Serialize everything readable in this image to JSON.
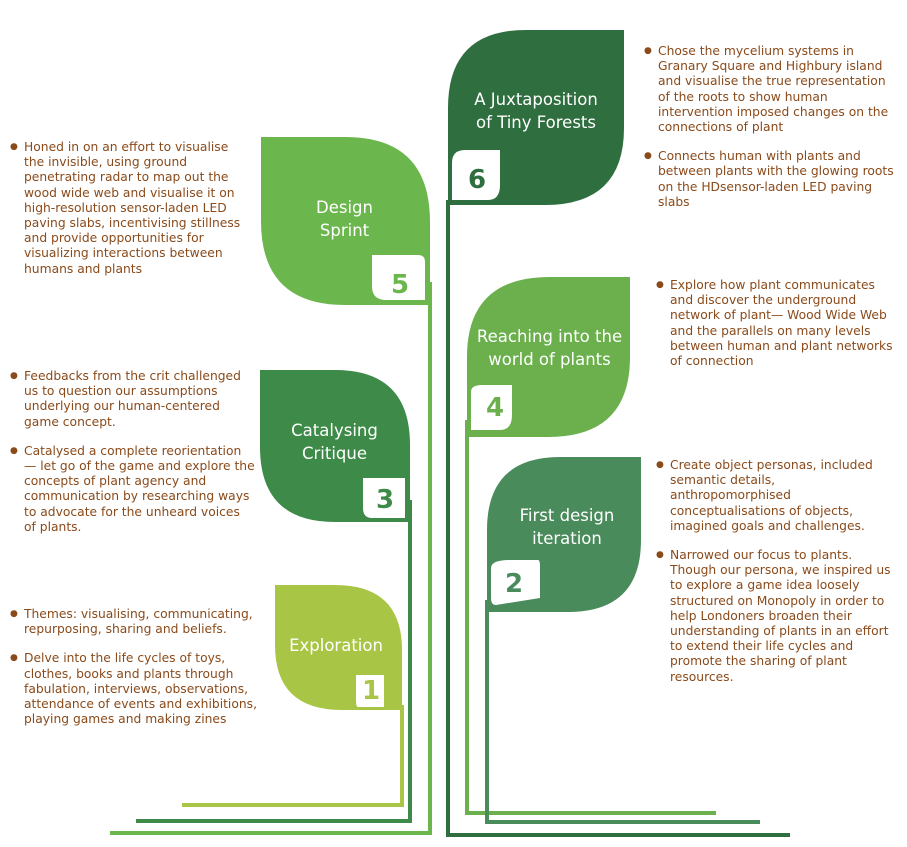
{
  "stages": [
    {
      "number": "1",
      "title_lines": [
        "Exploration"
      ],
      "notes": [
        "Themes: visualising, communicating, repurposing, sharing and beliefs.",
        "Delve into the life cycles of toys, clothes, books and plants through fabulation, interviews, observations, attendance of events and exhibitions, playing games and making zines"
      ],
      "color": "#a8c545"
    },
    {
      "number": "2",
      "title_lines": [
        "First design",
        "iteration"
      ],
      "notes": [
        "Create object personas, included semantic details, anthropomorphised conceptualisations of objects, imagined goals and challenges.",
        "Narrowed our focus to plants. Though our persona, we inspired us to explore a game idea loosely structured on Monopoly in order to help Londoners broaden their understanding of plants in an effort to extend their life cycles and promote the sharing of plant resources."
      ],
      "color": "#4a8b5c"
    },
    {
      "number": "3",
      "title_lines": [
        "Catalysing",
        "Critique"
      ],
      "notes": [
        "Feedbacks from the crit challenged us to question our assumptions underlying our human-centered game concept.",
        "Catalysed a complete reorientation — let go of the game and explore the concepts of plant agency and communication by researching ways to advocate for the unheard voices of plants."
      ],
      "color": "#3e8a48"
    },
    {
      "number": "4",
      "title_lines": [
        "Reaching into the",
        "world of plants"
      ],
      "notes": [
        "Explore how plant communicates and discover the underground network of plant— Wood Wide Web and the parallels on many levels between human and plant networks of connection"
      ],
      "color": "#6bb04c"
    },
    {
      "number": "5",
      "title_lines": [
        "Design",
        "Sprint"
      ],
      "notes": [
        "Honed in on an effort to visualise the invisible, using ground penetrating radar to map out the wood wide web and visualise it on high-resolution sensor-laden LED paving slabs, incentivising stillness and provide opportunities for visualizing interactions between humans and plants"
      ],
      "color": "#6cb64e"
    },
    {
      "number": "6",
      "title_lines": [
        "A Juxtaposition",
        "of Tiny Forests"
      ],
      "notes": [
        "Chose the mycelium systems in Granary Square and Highbury island and visualise the true representation of the roots to show human intervention imposed changes on the connections of plant",
        "Connects human with plants and between plants with the glowing roots on the HDsensor-laden LED paving slabs"
      ],
      "color": "#2f6e3f"
    }
  ]
}
